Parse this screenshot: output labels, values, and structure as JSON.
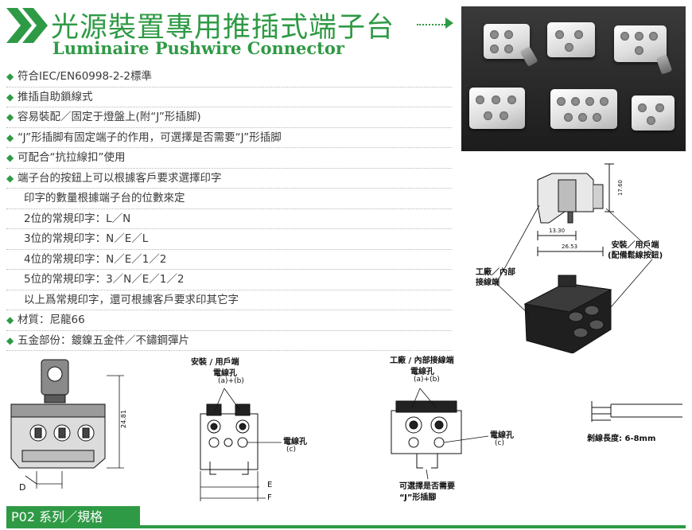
{
  "header": {
    "title_zh": "光源裝置專用推插式端子台",
    "title_en": "Luminaire Pushwire Connector"
  },
  "features": [
    {
      "bullet": true,
      "text": "符合IEC/EN60998-2-2標準"
    },
    {
      "bullet": true,
      "text": "推插自助鎖線式"
    },
    {
      "bullet": true,
      "text": "容易裝配／固定于燈盤上(附“J”形插脚)"
    },
    {
      "bullet": true,
      "text": "“J”形插脚有固定端子的作用，可選擇是否需要“J”形插脚"
    },
    {
      "bullet": true,
      "text": "可配合“抗拉線扣”使用"
    },
    {
      "bullet": true,
      "text": "端子台的按鈕上可以根據客戶要求選擇印字"
    },
    {
      "bullet": false,
      "text": "印字的數量根據端子台的位數來定"
    },
    {
      "bullet": false,
      "text": "2位的常規印字：L／N"
    },
    {
      "bullet": false,
      "text": "3位的常規印字：N／E／L"
    },
    {
      "bullet": false,
      "text": "4位的常規印字：N／E／1／2"
    },
    {
      "bullet": false,
      "text": "5位的常規印字：3／N／E／1／2"
    },
    {
      "bullet": false,
      "text": "以上爲常規印字，還可根據客戶要求印其它字"
    },
    {
      "bullet": true,
      "text": "材質：尼龍66"
    },
    {
      "bullet": true,
      "text": "五金部份：鍍鎳五金件／不鏽鋼彈片"
    }
  ],
  "iso_drawing": {
    "dim_height": "17.60",
    "dim_short": "13.30",
    "dim_long": "26.53",
    "label_factory": "工廠／內部\n接線端",
    "label_install": "安裝／用戶端\n(配備鬆線按鈕)"
  },
  "drawing_left": {
    "dim_height": "24.81",
    "dim_d": "D"
  },
  "drawing_install": {
    "title": "安裝 / 用戶端",
    "hole_label": "電線孔",
    "hole_ab": "(a)+(b)",
    "hole_c_label": "電線孔",
    "hole_c": "(c)",
    "dim_e": "E",
    "dim_f": "F"
  },
  "drawing_factory": {
    "title": "工廠 / 內部接線端",
    "hole_label": "電線孔",
    "hole_ab": "(a)+(b)",
    "hole_c_label": "電線孔",
    "hole_c": "(c)",
    "note_line1": "可選擇是否需要",
    "note_line2": "“J”形插腳"
  },
  "drawing_strip": {
    "label": "剝線長度: 6-8mm"
  },
  "footer": {
    "series": "P02 系列／規格"
  },
  "colors": {
    "brand_green": "#2f9a45"
  }
}
